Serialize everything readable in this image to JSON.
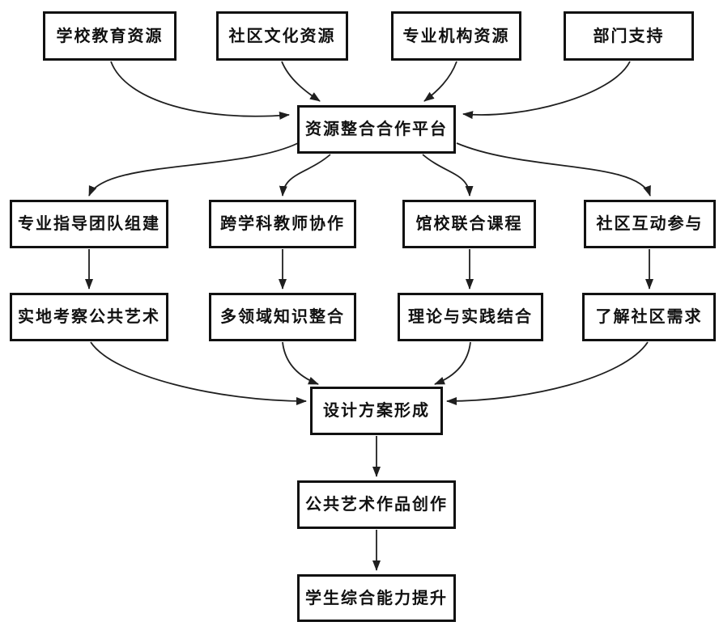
{
  "diagram": {
    "type": "flowchart",
    "colors": {
      "background": "#ffffff",
      "box_fill": "#ffffff",
      "box_border": "#111111",
      "arrow": "#1f1f1f",
      "text": "#111111"
    },
    "nodes": {
      "school": {
        "label": "学校教育资源"
      },
      "community": {
        "label": "社区文化资源"
      },
      "professional": {
        "label": "专业机构资源"
      },
      "department": {
        "label": "部门支持"
      },
      "platform": {
        "label": "资源整合合作平台"
      },
      "team": {
        "label": "专业指导团队组建"
      },
      "interdisc": {
        "label": "跨学科教师协作"
      },
      "jointcourse": {
        "label": "馆校联合课程"
      },
      "participation": {
        "label": "社区互动参与"
      },
      "fieldstudy": {
        "label": "实地考察公共艺术"
      },
      "knowledge": {
        "label": "多领域知识整合"
      },
      "theory": {
        "label": "理论与实践结合"
      },
      "needs": {
        "label": "了解社区需求"
      },
      "design": {
        "label": "设计方案形成"
      },
      "artwork": {
        "label": "公共艺术作品创作"
      },
      "ability": {
        "label": "学生综合能力提升"
      }
    },
    "edges": [
      {
        "from": "school",
        "to": "platform"
      },
      {
        "from": "community",
        "to": "platform"
      },
      {
        "from": "professional",
        "to": "platform"
      },
      {
        "from": "department",
        "to": "platform"
      },
      {
        "from": "platform",
        "to": "team"
      },
      {
        "from": "platform",
        "to": "interdisc"
      },
      {
        "from": "platform",
        "to": "jointcourse"
      },
      {
        "from": "platform",
        "to": "participation"
      },
      {
        "from": "team",
        "to": "fieldstudy"
      },
      {
        "from": "interdisc",
        "to": "knowledge"
      },
      {
        "from": "jointcourse",
        "to": "theory"
      },
      {
        "from": "participation",
        "to": "needs"
      },
      {
        "from": "fieldstudy",
        "to": "design"
      },
      {
        "from": "knowledge",
        "to": "design"
      },
      {
        "from": "theory",
        "to": "design"
      },
      {
        "from": "needs",
        "to": "design"
      },
      {
        "from": "design",
        "to": "artwork"
      },
      {
        "from": "artwork",
        "to": "ability"
      }
    ]
  }
}
